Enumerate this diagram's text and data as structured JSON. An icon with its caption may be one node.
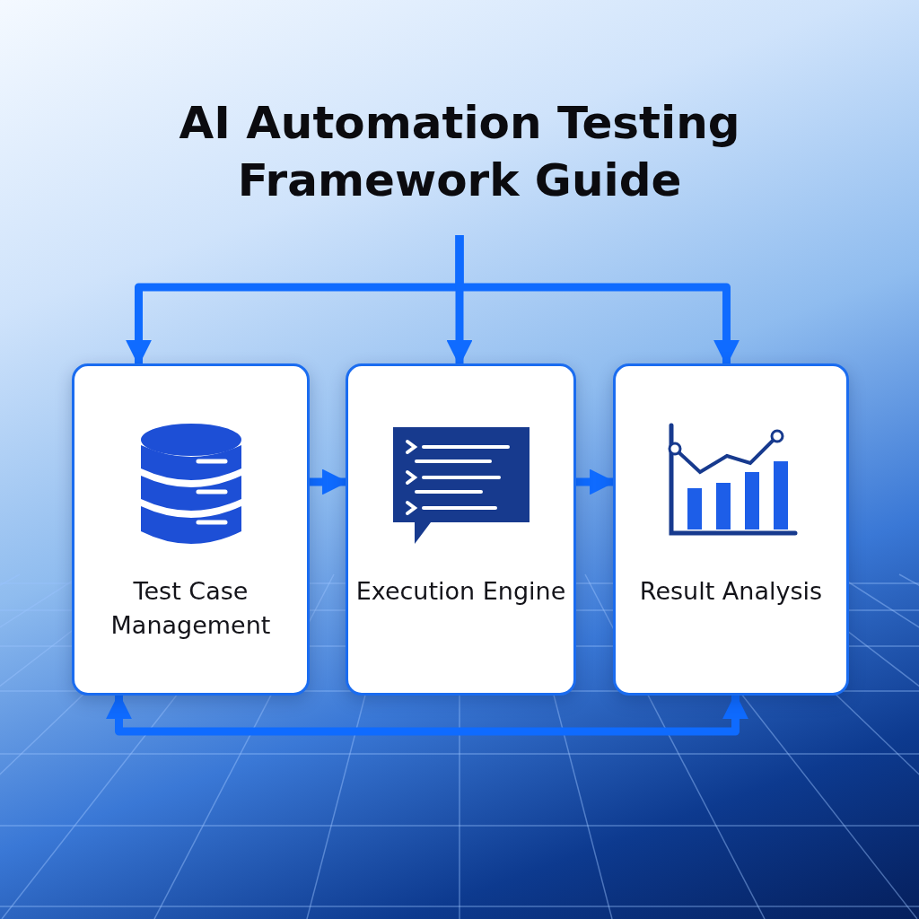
{
  "diagram": {
    "title": "AI Automation Testing Framework Guide",
    "nodes": [
      {
        "text": [
          "Test Case Management"
        ]
      },
      {
        "text": [
          "Execution Engine"
        ]
      },
      {
        "text": [
          "Result Analysis"
        ]
      }
    ],
    "edges": [
      {
        "from": null,
        "to": 0,
        "arrow": "to"
      },
      {
        "from": null,
        "to": 1,
        "arrow": "to"
      },
      {
        "from": null,
        "to": 2,
        "arrow": "to"
      },
      {
        "from": 0,
        "to": 1,
        "arrow": "to"
      },
      {
        "from": 1,
        "to": 2,
        "arrow": "to"
      },
      {
        "from": 0,
        "to": 2,
        "arrow": "both"
      }
    ]
  }
}
